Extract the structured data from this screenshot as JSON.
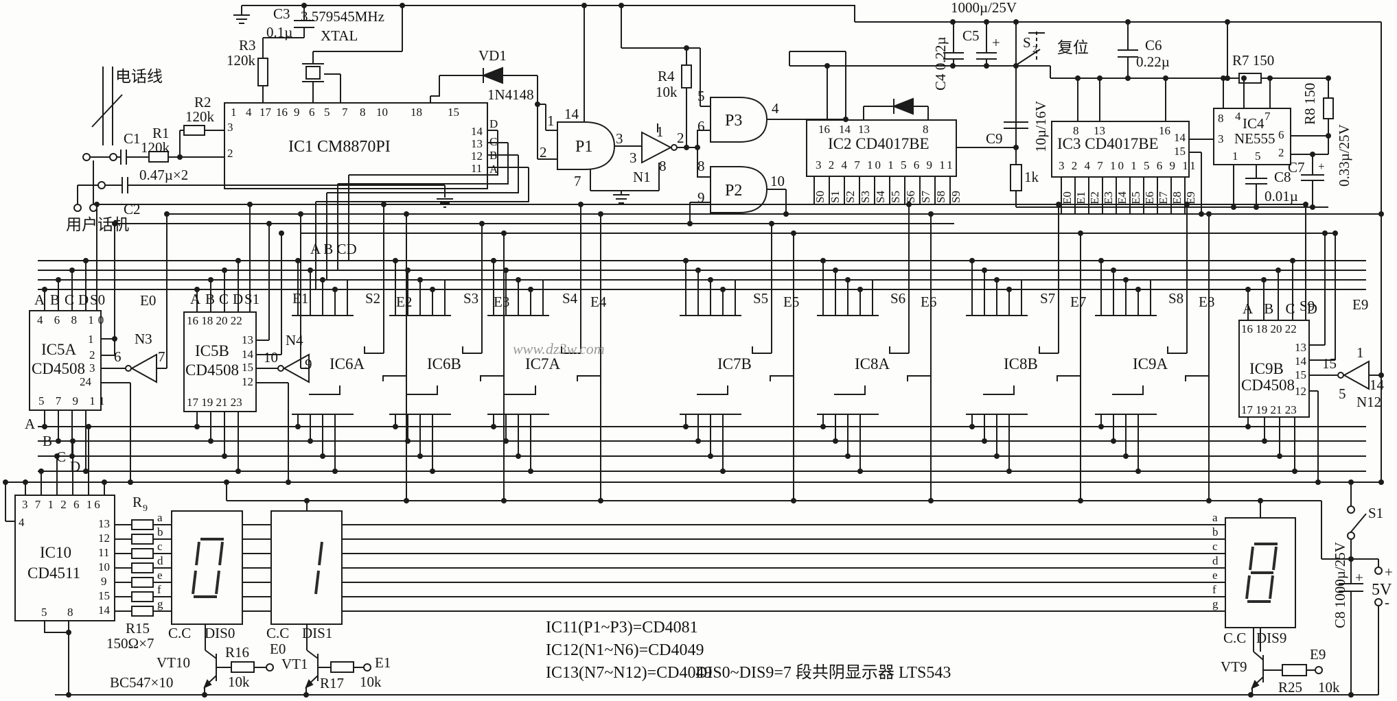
{
  "watermark": "www.dz3w.com",
  "power": {
    "rail": "1000µ/25V",
    "supply": "5V",
    "plus": "+",
    "minus": "-"
  },
  "phone": {
    "line": "电话线",
    "user": "用户话机"
  },
  "parts": {
    "c1": "C1",
    "c2": "C2",
    "c12v": "0.47µ×2",
    "r1": "R1",
    "r1v": "120k",
    "r2": "R2",
    "r2v": "120k",
    "r3": "R3",
    "r3v": "120k",
    "c3": "C3",
    "c3v": "0.1µ",
    "xf": "3.579545MHz",
    "xt": "XTAL",
    "vd1": "VD1",
    "vd1p": "1N4148",
    "r4": "R4",
    "r4v": "10k",
    "c4": "C4 0.22µ",
    "c5": "C5",
    "s2": "S",
    "s2sub": "2",
    "reset": "复位",
    "c9": "C9",
    "c9v": "10µ/16V",
    "r1k": "1k",
    "c6": "C6",
    "c6v": "0.22µ",
    "r7": "R7 150",
    "r8": "R8 150",
    "c7": "C7",
    "c7v": "0.33µ/25V",
    "c8a": "C8",
    "c8av": "0.01µ",
    "c8b": "C8 1000µ/25V",
    "s1": "S1",
    "r9": "R",
    "r9sub": "9",
    "r15": "R15",
    "r15v": "150Ω×7",
    "r16": "R16",
    "r16v": "10k",
    "r17": "R17",
    "r17v": "10k",
    "r25": "R25",
    "r25v": "10k",
    "vt10": "VT10",
    "vt10p": "BC547×10",
    "vt1": "VT1",
    "vt9": "VT9"
  },
  "ic1": {
    "title": "IC1  CM8870PI",
    "top": [
      "1",
      "4",
      "17",
      "16",
      "9",
      "6",
      "5",
      "7",
      "8",
      "10",
      "18",
      "15"
    ],
    "l1": "3",
    "l2": "2",
    "r": [
      "14",
      "13",
      "12",
      "11"
    ],
    "bits": [
      "D",
      "C",
      "B",
      "A"
    ]
  },
  "ic2": {
    "title": "IC2  CD4017BE",
    "t16": "16",
    "t14": "14",
    "t13": "13",
    "t8": "8",
    "bottom": "3 2 4 7 10 1 5 6 9 11",
    "out": [
      "S0",
      "S1",
      "S2",
      "S3",
      "S4",
      "S5",
      "S6",
      "S7",
      "S8",
      "S9"
    ]
  },
  "ic3": {
    "title": "IC3  CD4017BE",
    "t8": "8",
    "t13": "13",
    "t16": "16",
    "r14": "14",
    "r15": "15",
    "bottom": "3 2 4 7 10 1 5 6 9 11",
    "out": [
      "E0",
      "E1",
      "E2",
      "E3",
      "E4",
      "E5",
      "E6",
      "E7",
      "E8",
      "E9"
    ]
  },
  "ic4": {
    "ref": "IC4",
    "part": "NE555",
    "p8": "8",
    "p4": "4",
    "p7": "7",
    "p3": "3",
    "p6": "6",
    "p2": "2",
    "p1": "1",
    "p5": "5"
  },
  "ic5a": {
    "ref": "IC5A",
    "part": "CD4508",
    "a": "A",
    "b": "B",
    "c": "C",
    "d": "D",
    "s": "S0",
    "top": "4 6 8 10",
    "r": [
      "1",
      "2",
      "3",
      "24"
    ],
    "bottom": "5 7 9 11"
  },
  "ic5b": {
    "ref": "IC5B",
    "part": "CD4508",
    "a": "A",
    "b": "B",
    "c": "C",
    "d": "D",
    "s": "S1",
    "top": "16 18 20 22",
    "r": [
      "13",
      "14",
      "15",
      "12"
    ],
    "bottom": "17 19 21 23"
  },
  "ic9b": {
    "ref": "IC9B",
    "part": "CD4508",
    "abcd": "A B C D",
    "s": "S9",
    "top": "16 18 20 22",
    "r": [
      "13",
      "14",
      "15",
      "12"
    ],
    "bottom": "17 19 21 23"
  },
  "ic10": {
    "ref": "IC10",
    "part": "CD4511",
    "top": "3 7 1 2 6 16",
    "l": "4",
    "r": [
      "13",
      "12",
      "11",
      "10",
      "9",
      "15",
      "14"
    ],
    "b5": "5",
    "b8": "8"
  },
  "sections": [
    {
      "ic": "IC6A",
      "s": "S2",
      "e": "E2"
    },
    {
      "ic": "IC6B",
      "s": "S3",
      "e": "E3"
    },
    {
      "ic": "IC7A",
      "s": "S4",
      "e": "E4"
    },
    {
      "ic": "IC7B",
      "s": "S5",
      "e": "E5"
    },
    {
      "ic": "IC8A",
      "s": "S6",
      "e": "E6"
    },
    {
      "ic": "IC8B",
      "s": "S7",
      "e": "E7"
    },
    {
      "ic": "IC9A",
      "s": "S8",
      "e": "E8"
    }
  ],
  "gates": {
    "p1": {
      "n": "P1",
      "i1": "1",
      "i2": "2",
      "o": "3",
      "vdd": "14",
      "vss": "7"
    },
    "n1": {
      "n": "N1",
      "i": "3",
      "o": "2",
      "vdd": "1",
      "vss": "8"
    },
    "p3": {
      "n": "P3",
      "i1": "5",
      "i2": "6",
      "o": "4"
    },
    "p2": {
      "n": "P2",
      "i1": "8",
      "i2": "9",
      "o": "10"
    },
    "n3": {
      "n": "N3",
      "o": "6",
      "i": "7"
    },
    "n4": {
      "n": "N4",
      "o": "10",
      "i": "9"
    },
    "n12": {
      "n": "N12",
      "o": "15",
      "i": "14",
      "vdd": "1",
      "vss": "5"
    }
  },
  "bus": {
    "abcd": "A B CD",
    "a": "A",
    "b": "B",
    "c": "C",
    "d": "D"
  },
  "displays": {
    "dis0": {
      "cc": "C.C",
      "name": "DIS0",
      "digit": "0"
    },
    "dis1": {
      "cc": "C.C",
      "name": "DIS1",
      "digit": "1"
    },
    "dis9": {
      "cc": "C.C",
      "name": "DIS9",
      "digit": "8"
    },
    "segs": [
      "a",
      "b",
      "c",
      "d",
      "e",
      "f",
      "g"
    ]
  },
  "terminals": {
    "e0": "E0",
    "e1": "E1",
    "e9": "E9"
  },
  "notes": [
    "IC11(P1~P3)=CD4081",
    "IC12(N1~N6)=CD4049",
    "IC13(N7~N12)=CD4049",
    "DIS0~DIS9=7 段共阴显示器 LTS543"
  ]
}
